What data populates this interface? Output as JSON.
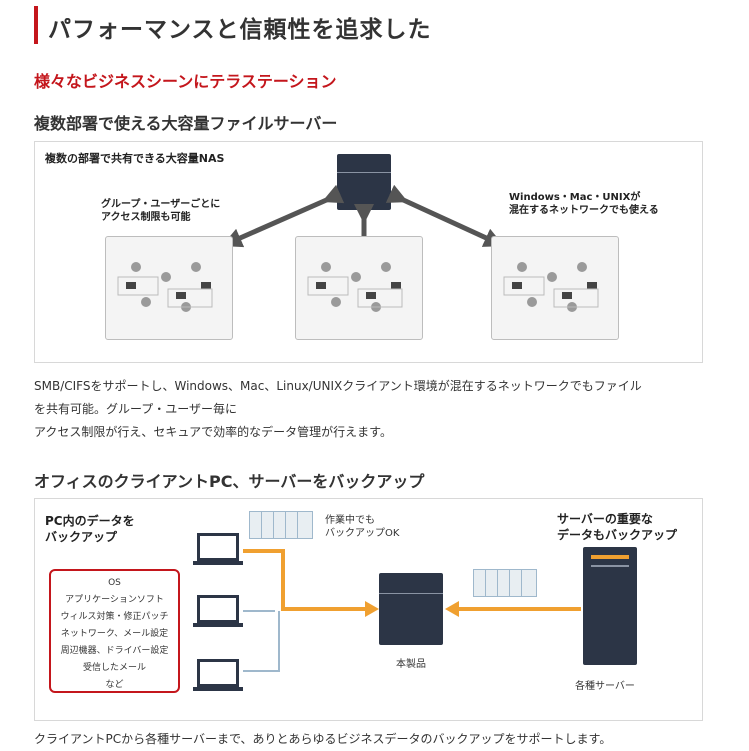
{
  "page": {
    "heading": "パフォーマンスと信頼性を追求した",
    "subheading": "様々なビジネスシーンにテラステーション"
  },
  "section_nas": {
    "title": "複数部署で使える大容量ファイルサーバー",
    "figure": {
      "title": "複数の部署で共有できる大容量NAS",
      "label_left_line1": "グループ・ユーザーごとに",
      "label_left_line2": "アクセス制限も可能",
      "label_right_line1": "Windows・Mac・UNIXが",
      "label_right_line2": "混在するネットワークでも使える"
    },
    "description_line1": "SMB/CIFSをサポートし、Windows、Mac、Linux/UNIXクライアント環境が混在するネットワークでもファイル",
    "description_line2": "を共有可能。グループ・ユーザー毎に",
    "description_line3": "アクセス制限が行え、セキュアで効率的なデータ管理が行えます。"
  },
  "section_backup": {
    "title": "オフィスのクライアントPC、サーバーをバックアップ",
    "figure": {
      "pc_label_line1": "PC内のデータを",
      "pc_label_line2": "バックアップ",
      "working_line1": "作業中でも",
      "working_line2": "バックアップOK",
      "server_label_line1": "サーバーの重要な",
      "server_label_line2": "データもバックアップ",
      "product_label": "本製品",
      "server_caption": "各種サーバー",
      "os_items": [
        "OS",
        "アプリケーションソフト",
        "ウィルス対策・修正パッチ",
        "ネットワーク、メール設定",
        "周辺機器、ドライバー設定",
        "受信したメール",
        "など"
      ]
    },
    "description": "クライアントPCから各種サーバーまで、ありとあらゆるビジネスデータのバックアップをサポートします。"
  },
  "colors": {
    "accent_red": "#c4161c",
    "device_dark": "#2c3546",
    "arrow_gray": "#555555",
    "arrow_orange": "#f0a030",
    "line_blue": "#9fb8cc"
  }
}
